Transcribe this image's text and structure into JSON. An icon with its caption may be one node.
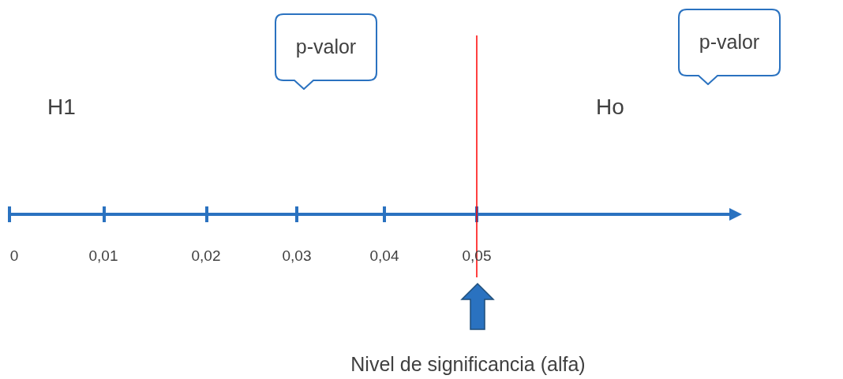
{
  "diagram": {
    "nodes": [
      {
        "text": [
          "p-valor"
        ]
      },
      {
        "text": [
          "p-valor"
        ]
      }
    ],
    "labels": [
      "H1",
      "Ho",
      "0",
      "0,01",
      "0,02",
      "0,03",
      "0,04",
      "0,05",
      "Nivel de significancia (alfa)"
    ]
  }
}
